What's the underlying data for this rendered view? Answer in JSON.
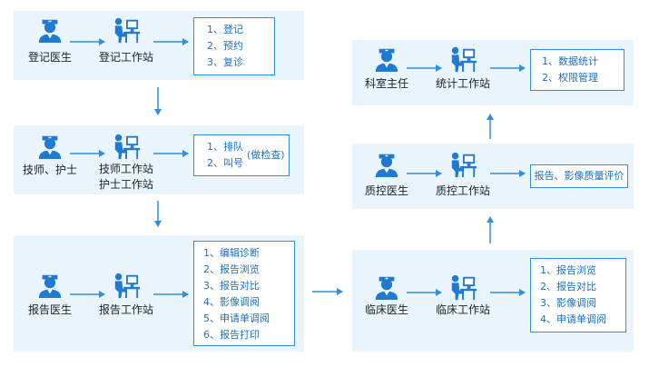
{
  "panels": {
    "register": {
      "role": "登记医生",
      "station": "登记工作站",
      "items": [
        "1、登记",
        "2、预约",
        "3、复诊"
      ]
    },
    "technician": {
      "role": "技师、护士",
      "station_lines": [
        "技师工作站",
        "护士工作站"
      ],
      "items": [
        "1、排队",
        "2、叫号"
      ],
      "note": "(做检查)"
    },
    "report": {
      "role": "报告医生",
      "station": "报告工作站",
      "items": [
        "1、编辑诊断",
        "2、报告浏览",
        "3、报告对比",
        "4、影像调阅",
        "5、申请单调阅",
        "6、报告打印"
      ]
    },
    "clinical": {
      "role": "临床医生",
      "station": "临床工作站",
      "items": [
        "1、报告浏览",
        "2、报告对比",
        "3、影像调阅",
        "4、申请单调阅"
      ]
    },
    "quality": {
      "role": "质控医生",
      "station": "质控工作站",
      "item": "报告、影像质量评价"
    },
    "director": {
      "role": "科室主任",
      "station": "统计工作站",
      "items": [
        "1、数据统计",
        "2、权限管理"
      ]
    }
  },
  "icons": {
    "person": "doctor-icon",
    "workstation": "workstation-icon",
    "arrow": "arrow-icon"
  },
  "colors": {
    "panel_bg": "#e9f4fc",
    "accent": "#2f8ee0",
    "figure": "#1f7ad0",
    "text": "#222222"
  }
}
